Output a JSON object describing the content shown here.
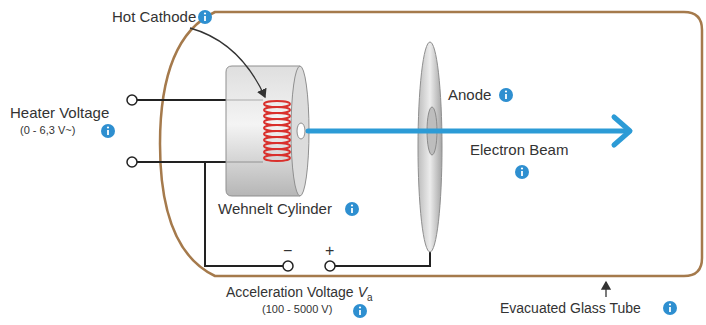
{
  "diagram": {
    "labels": [
      "Hot Cathode",
      "Heater Voltage",
      "(0 - 6,3 V~)",
      "Wehnelt Cylinder",
      "Anode",
      "Electron Beam",
      "−",
      "+",
      "Acceleration Voltage",
      "V",
      "a",
      "(100 - 5000 V)",
      "Evacuated Glass Tube"
    ]
  }
}
